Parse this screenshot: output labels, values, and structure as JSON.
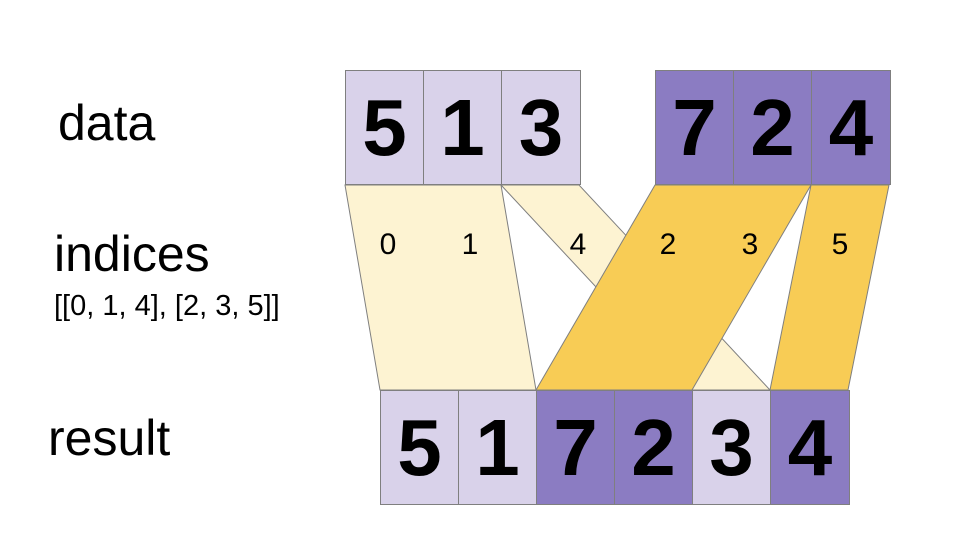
{
  "labels": {
    "data": "data",
    "indices": "indices",
    "indices_value": "[[0, 1, 4], [2, 3, 5]]",
    "result": "result"
  },
  "data_row": {
    "group1": [
      "5",
      "1",
      "3"
    ],
    "group2": [
      "7",
      "2",
      "4"
    ]
  },
  "indices_row": [
    "0",
    "1",
    "4",
    "2",
    "3",
    "5"
  ],
  "result_row": [
    "5",
    "1",
    "7",
    "2",
    "3",
    "4"
  ],
  "colors": {
    "light_purple": "#d9d2ea",
    "dark_purple": "#8b7cc2",
    "cream": "#fdf3d2",
    "gold": "#f8cc55",
    "border": "#7f7f7f",
    "text": "#000000"
  }
}
